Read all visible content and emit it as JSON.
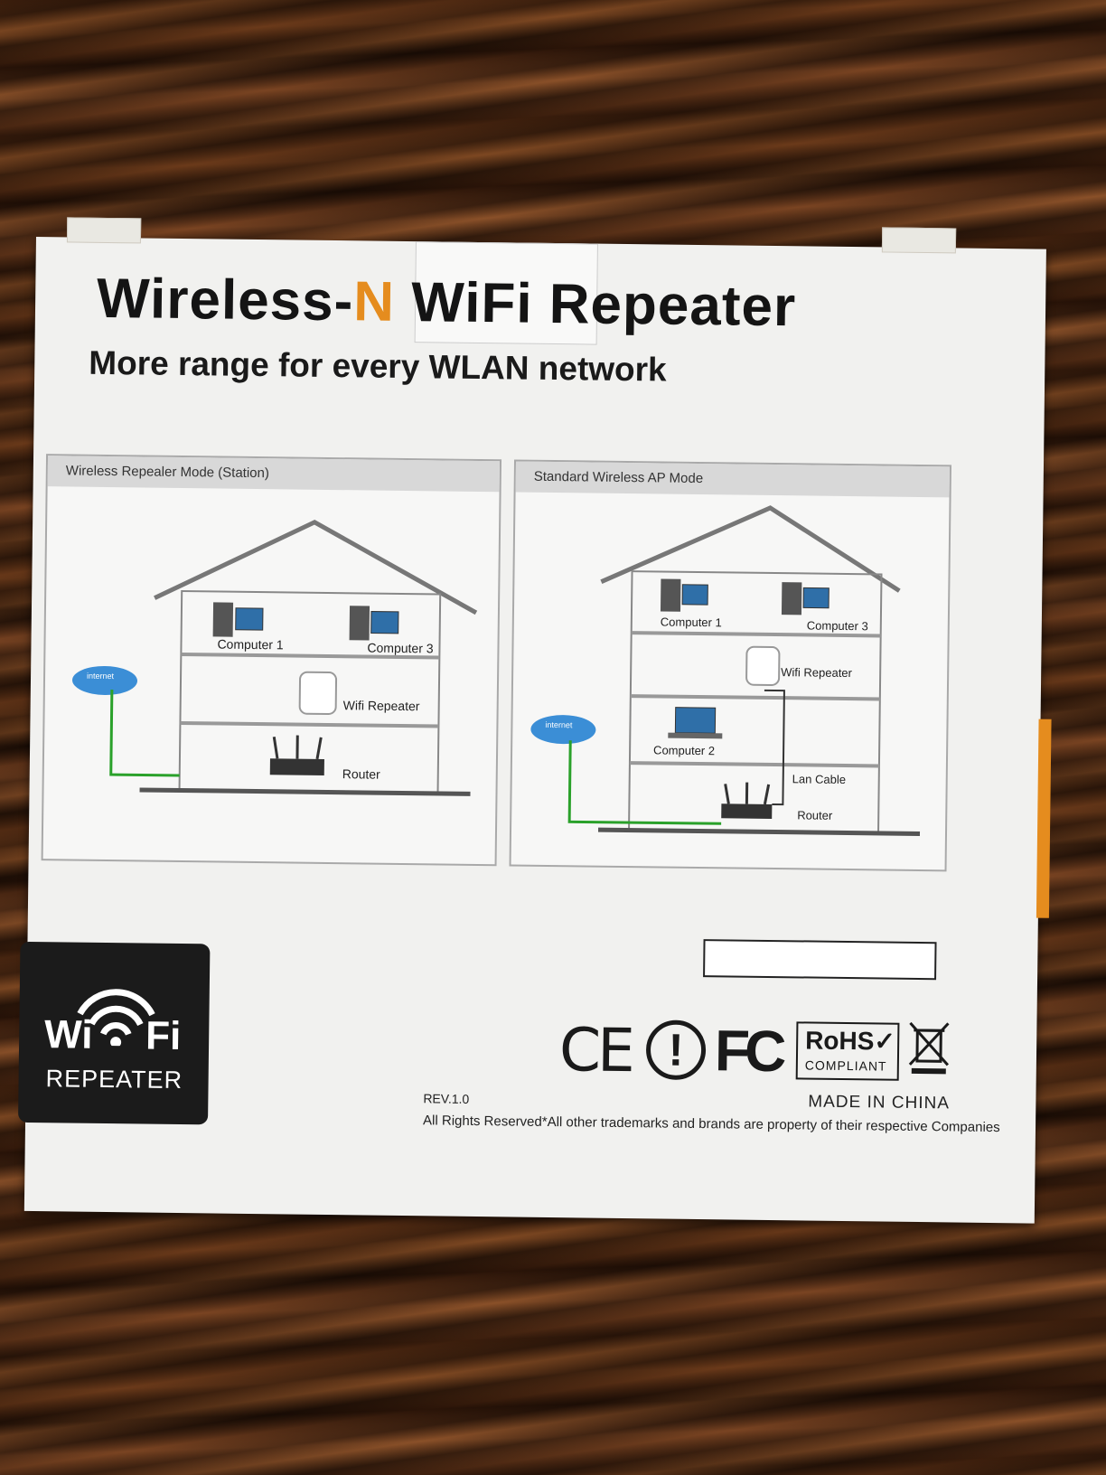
{
  "box": {
    "title_main": "Wireless-",
    "title_accent": "N",
    "title_rest": " WiFi Repeater",
    "subtitle": "More range for every WLAN network"
  },
  "panel_left": {
    "heading": "Wireless Repealer Mode (Station)",
    "internet": "internet",
    "computer1": "Computer 1",
    "computer3": "Computer 3",
    "repeater": "Wifi Repeater",
    "router": "Router"
  },
  "panel_right": {
    "heading": "Standard Wireless AP Mode",
    "internet": "internet",
    "computer1": "Computer 1",
    "computer3": "Computer 3",
    "repeater": "Wifi Repeater",
    "computer2": "Computer 2",
    "lan": "Lan Cable",
    "router": "Router"
  },
  "logo": {
    "wi": "Wi",
    "fi": "Fi",
    "repeater": "REPEATER"
  },
  "certs": {
    "ce": "CE",
    "warning": "!",
    "fcc": "FC",
    "rohs": "RoHS✓",
    "compliant": "COMPLIANT"
  },
  "footer": {
    "rev": "REV.1.0",
    "made_in": "MADE IN CHINA",
    "rights": "All Rights Reserved*All other trademarks and brands are property of their respective Companies"
  },
  "colors": {
    "accent": "#e58c1e",
    "cable": "#2aa12a",
    "cloud": "#3b8ed6"
  }
}
